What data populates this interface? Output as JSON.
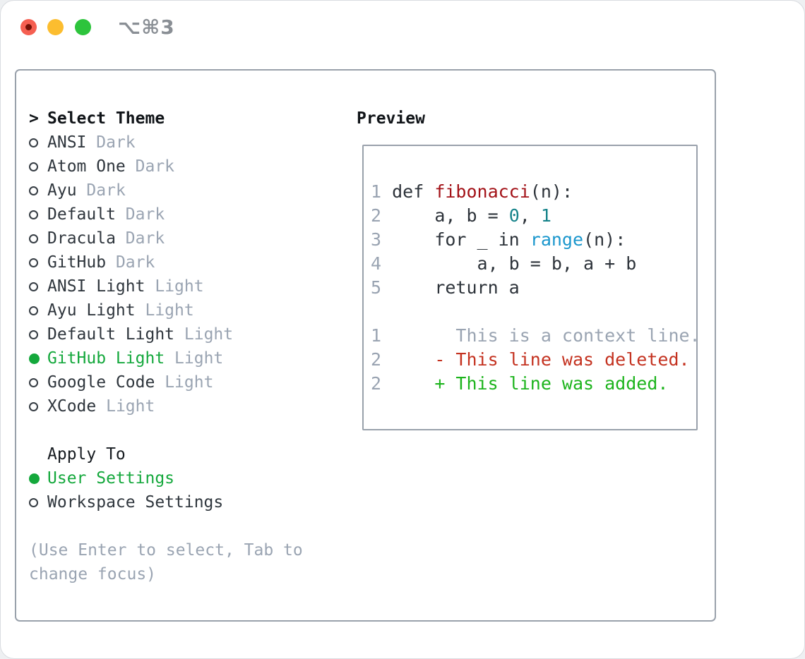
{
  "window": {
    "title": "⌥⌘3",
    "traffic_lights": {
      "close": "close-window",
      "minimize": "minimize-window",
      "zoom": "zoom-window"
    }
  },
  "colors": {
    "accent_green": "#14a83c",
    "diff_added": "#1db41d",
    "diff_deleted": "#c43220",
    "context_gray": "#9aa4b2",
    "line_number_gray": "#9aa4b2",
    "code_ink": "#2d333a",
    "code_function": "#a31218",
    "code_number_literal": "#16838a",
    "code_builtin": "#1b97cd",
    "radio_ring": "#343b42"
  },
  "theme_panel": {
    "header": {
      "prompt": ">",
      "label": "Select Theme"
    },
    "themes": [
      {
        "name": "ANSI",
        "variant": "Dark",
        "selected": false
      },
      {
        "name": "Atom One",
        "variant": "Dark",
        "selected": false
      },
      {
        "name": "Ayu",
        "variant": "Dark",
        "selected": false
      },
      {
        "name": "Default",
        "variant": "Dark",
        "selected": false
      },
      {
        "name": "Dracula",
        "variant": "Dark",
        "selected": false
      },
      {
        "name": "GitHub",
        "variant": "Dark",
        "selected": false
      },
      {
        "name": "ANSI Light",
        "variant": "Light",
        "selected": false
      },
      {
        "name": "Ayu Light",
        "variant": "Light",
        "selected": false
      },
      {
        "name": "Default Light",
        "variant": "Light",
        "selected": false
      },
      {
        "name": "GitHub Light",
        "variant": "Light",
        "selected": true
      },
      {
        "name": "Google Code",
        "variant": "Light",
        "selected": false
      },
      {
        "name": "XCode",
        "variant": "Light",
        "selected": false
      }
    ],
    "apply_to": {
      "label": "Apply To",
      "options": [
        {
          "name": "User Settings",
          "selected": true
        },
        {
          "name": "Workspace Settings",
          "selected": false
        }
      ]
    },
    "help_lines": [
      "(Use Enter to select, Tab to",
      "change focus)"
    ]
  },
  "preview": {
    "title": "Preview",
    "lines": [
      {
        "num": "1",
        "segments": [
          {
            "text": "def ",
            "style": "plain"
          },
          {
            "text": "fibonacci",
            "style": "function"
          },
          {
            "text": "(n):",
            "style": "plain"
          }
        ]
      },
      {
        "num": "2",
        "segments": [
          {
            "text": "    a, b = ",
            "style": "plain"
          },
          {
            "text": "0",
            "style": "number_literal"
          },
          {
            "text": ", ",
            "style": "plain"
          },
          {
            "text": "1",
            "style": "number_literal"
          }
        ]
      },
      {
        "num": "3",
        "segments": [
          {
            "text": "    for _ in ",
            "style": "plain"
          },
          {
            "text": "range",
            "style": "builtin"
          },
          {
            "text": "(n):",
            "style": "plain"
          }
        ]
      },
      {
        "num": "4",
        "segments": [
          {
            "text": "        a, b = b, a + b",
            "style": "plain"
          }
        ]
      },
      {
        "num": "5",
        "segments": [
          {
            "text": "    return a",
            "style": "plain"
          }
        ]
      },
      {
        "num": "",
        "segments": []
      },
      {
        "num": "1",
        "segments": [
          {
            "text": "      This is a context line.",
            "style": "context"
          }
        ]
      },
      {
        "num": "2",
        "segments": [
          {
            "text": "    - This line was deleted.",
            "style": "deleted"
          }
        ]
      },
      {
        "num": "2",
        "segments": [
          {
            "text": "    + This line was added.",
            "style": "added"
          }
        ]
      }
    ]
  }
}
